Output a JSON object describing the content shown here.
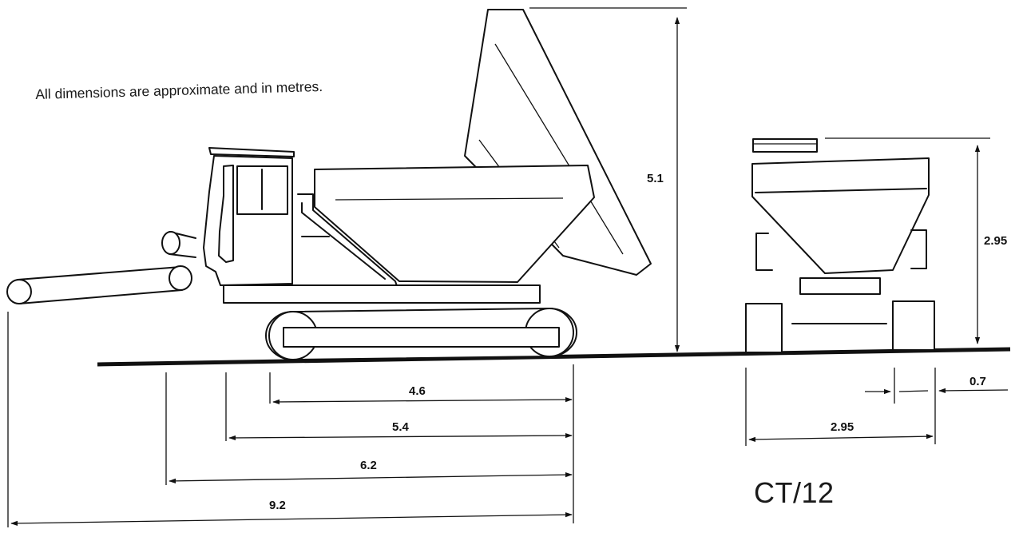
{
  "note": "All dimensions are approximate and in metres.",
  "reference": "CT/12",
  "dimensions": {
    "overall_height": "5.1",
    "side_height": "2.95",
    "track_width": "0.7",
    "overall_width": "2.95",
    "track_length": "4.6",
    "body_length": "5.4",
    "machine_length": "6.2",
    "overall_length": "9.2"
  }
}
